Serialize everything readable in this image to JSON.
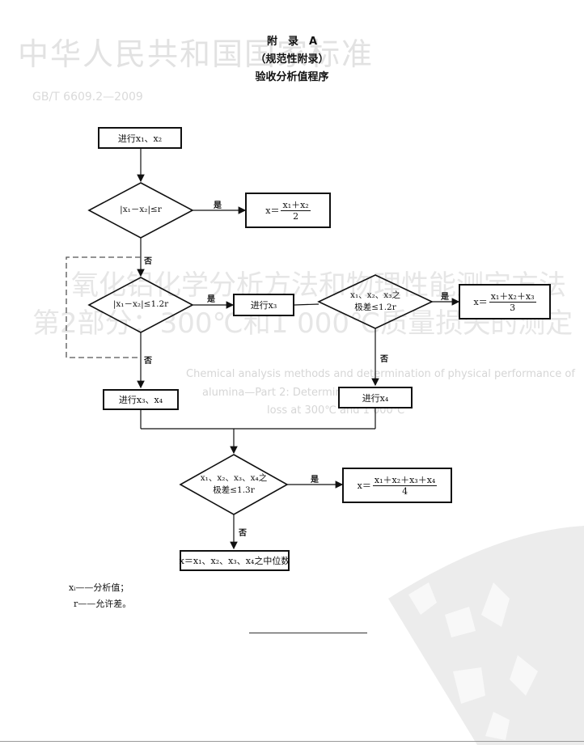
{
  "header": {
    "appendix": "附　录　A",
    "normative": "（规范性附录）",
    "title": "验收分析值程序"
  },
  "background_ghost": {
    "top_title": "中华人民共和国国家标准",
    "std_no": "GB/T 6609.2—2009",
    "middle_title_1": "氧化铝化学分析方法和物理性能测定方法",
    "middle_title_2": "第2部分：300℃和1 000℃质量损失的测定",
    "english_1": "Chemical analysis methods and determination of physical performance of",
    "english_2": "alumina—Part 2: Determination of",
    "english_3": "loss at 300℃ and 1 000℃"
  },
  "flow": {
    "start": "进行x₁、x₂",
    "d1": "|x₁－x₂|≤r",
    "r1_lhs": "x＝",
    "r1_num": "x₁＋x₂",
    "r1_den": "2",
    "d2": "|x₁－x₂|≤1.2r",
    "p3": "进行x₃",
    "d3_l1": "x₁、x₂、x₃之",
    "d3_l2": "极差≤1.2r",
    "r3_lhs": "x＝",
    "r3_num": "x₁＋x₂＋x₃",
    "r3_den": "3",
    "p34": "进行x₃、x₄",
    "p4": "进行x₄",
    "d4_l1": "x₁、x₂、x₃、x₄之",
    "d4_l2": "极差≤1.3r",
    "r4_lhs": "x＝",
    "r4_num": "x₁＋x₂＋x₃＋x₄",
    "r4_den": "4",
    "final": "x＝x₁、x₂、x₃、x₄之中位数",
    "yes": "是",
    "no": "否"
  },
  "legend": {
    "item1": "xᵢ——分析值；",
    "item2": "r——允许差。"
  }
}
